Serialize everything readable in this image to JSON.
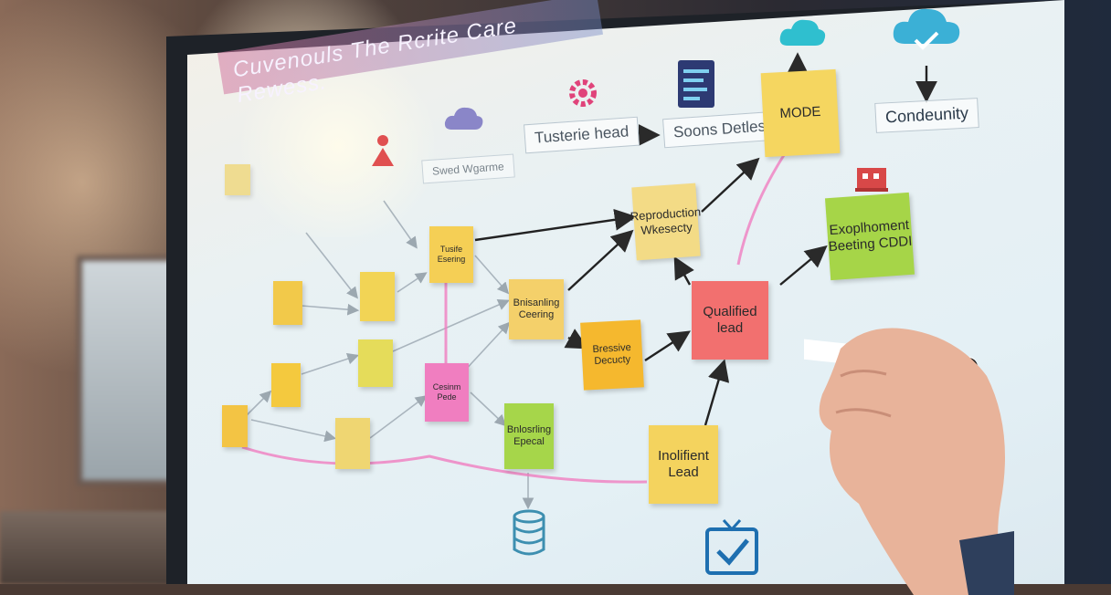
{
  "board": {
    "title": "Cuvenouls The Rcrite Care Rewess.",
    "labels": {
      "tusterie_head": "Tusterie head",
      "soons_detles": "Soons Detles",
      "condeunity": "Condeunity",
      "small_label": "Swed Wgarme"
    }
  },
  "notes": {
    "mode": "MODE",
    "reproduction": "Reproduction Wkesecty",
    "qualified": "Qualified lead",
    "explotment": "Exoplhoment Beeting CDDI",
    "inolifient": "Inolifient Lead",
    "business": "Bressive Decucty",
    "onboarding": "Bnisanling Ceering",
    "billing": "Bnlosrling Epecal",
    "small_a": "Tusife Esering",
    "small_b": "Cesinm Pede"
  },
  "colors": {
    "yellow": "#f4d35e",
    "pink": "#f07ec0",
    "coral": "#f2736f",
    "green": "#a6d64a",
    "lime": "#d9e36a",
    "orange": "#f5b82e",
    "navy": "#2d3a73",
    "cloud": "#3bb0d6"
  },
  "icons": [
    "cloud-icon",
    "gear-icon",
    "document-icon",
    "person-icon",
    "cloud-check-icon",
    "database-icon",
    "checkbox-monitor-icon",
    "building-icon"
  ]
}
